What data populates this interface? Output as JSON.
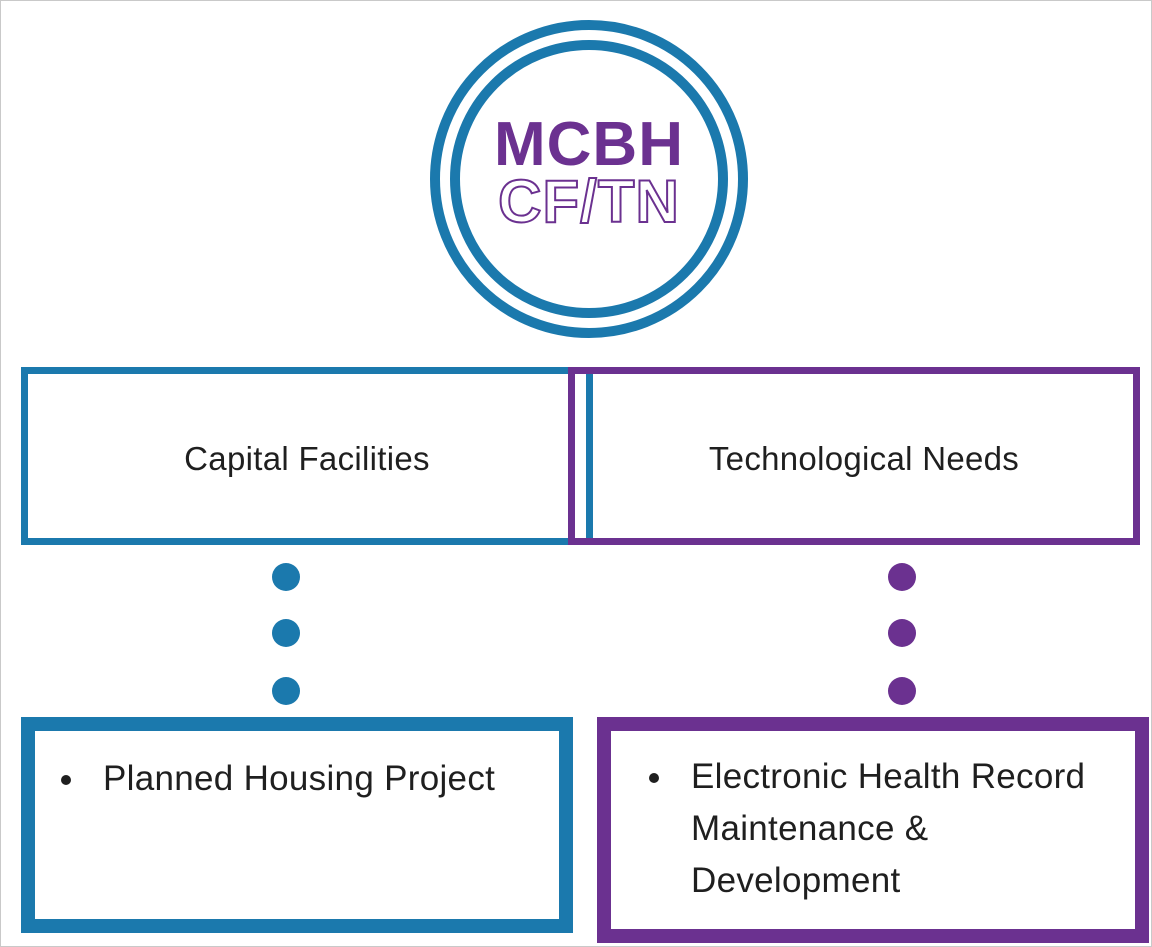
{
  "logo": {
    "line1": "MCBH",
    "line2": "CF/TN",
    "ring_color": "#1b79ad",
    "text_color": "#6b3190"
  },
  "categories": [
    {
      "label": "Capital Facilities",
      "color": "#1b79ad"
    },
    {
      "label": "Technological Needs",
      "color": "#6b3190"
    }
  ],
  "details": [
    {
      "items": [
        "Planned Housing Project"
      ],
      "color": "#1b79ad"
    },
    {
      "items": [
        "Electronic Health Record Maintenance & Development"
      ],
      "color": "#6b3190"
    }
  ]
}
